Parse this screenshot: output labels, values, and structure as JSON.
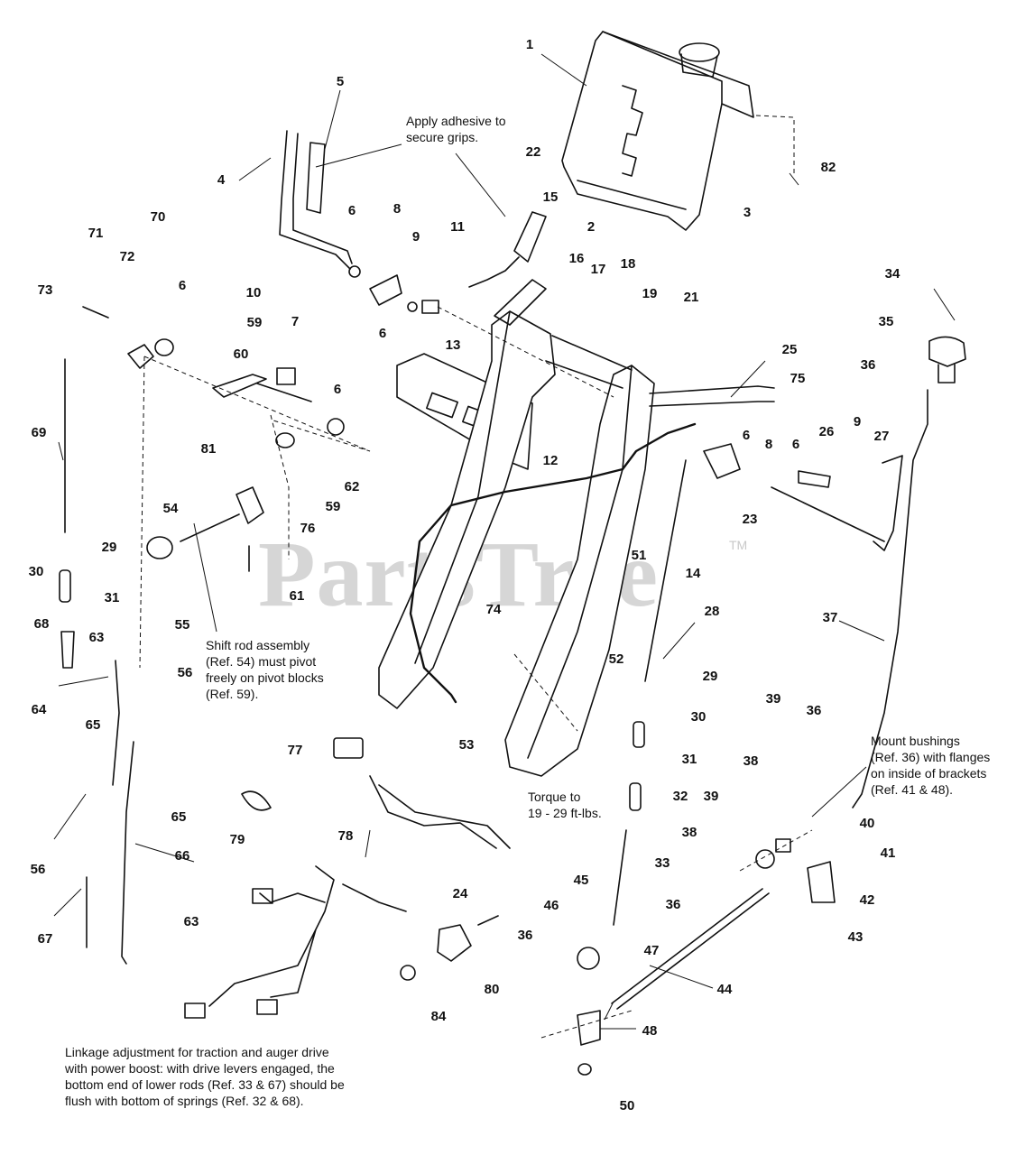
{
  "watermark": "PartsTree",
  "trademark": "TM",
  "notes": {
    "adhesive": [
      "Apply adhesive to",
      "secure grips."
    ],
    "shift_rod": [
      "Shift rod assembly",
      "(Ref. 54) must pivot",
      "freely on pivot blocks",
      "(Ref. 59)."
    ],
    "torque": [
      "Torque to",
      "19 - 29 ft-lbs."
    ],
    "bushings": [
      "Mount bushings",
      "(Ref. 36) with flanges",
      "on inside of brackets",
      "(Ref. 41 & 48)."
    ],
    "linkage": [
      "Linkage adjustment for traction and auger drive",
      "with power boost: with drive levers engaged, the",
      "bottom end of lower rods (Ref. 33 & 67) should be",
      "flush with bottom of springs (Ref. 32 & 68)."
    ]
  },
  "callouts": [
    "1",
    "2",
    "3",
    "4",
    "5",
    "6",
    "6",
    "6",
    "6",
    "6",
    "6",
    "7",
    "8",
    "8",
    "9",
    "9",
    "10",
    "11",
    "12",
    "13",
    "14",
    "15",
    "16",
    "17",
    "18",
    "19",
    "21",
    "22",
    "23",
    "24",
    "25",
    "26",
    "27",
    "28",
    "29",
    "29",
    "30",
    "30",
    "31",
    "31",
    "32",
    "33",
    "34",
    "35",
    "36",
    "36",
    "36",
    "36",
    "37",
    "38",
    "38",
    "39",
    "39",
    "40",
    "41",
    "42",
    "43",
    "44",
    "45",
    "46",
    "47",
    "48",
    "50",
    "51",
    "52",
    "53",
    "54",
    "55",
    "56",
    "56",
    "59",
    "59",
    "60",
    "61",
    "62",
    "63",
    "63",
    "64",
    "65",
    "65",
    "66",
    "67",
    "68",
    "69",
    "70",
    "71",
    "72",
    "73",
    "74",
    "75",
    "76",
    "77",
    "78",
    "79",
    "80",
    "81",
    "82",
    "84"
  ]
}
